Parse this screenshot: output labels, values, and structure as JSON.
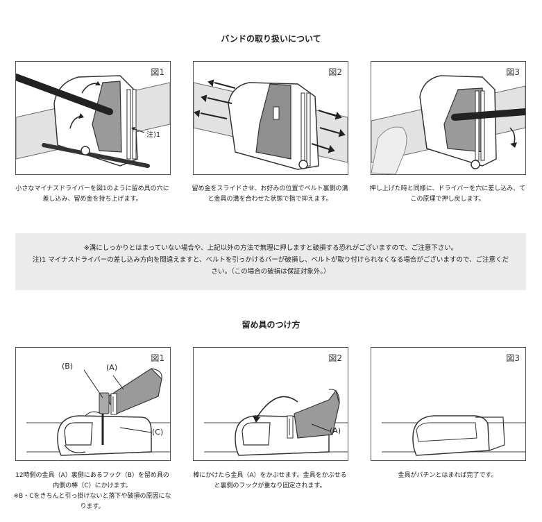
{
  "sections": {
    "band": {
      "title": "バンドの取り扱いについて",
      "panels": [
        {
          "fig": "図1",
          "label": "注)1",
          "caption": "小さなマイナスドライバーを図1のように留め具の穴に差し込み、留め金を持ち上げます。"
        },
        {
          "fig": "図2",
          "caption": "留め金をスライドさせ、お好みの位置でベルト裏側の溝と金具の溝を合わせた状態で指で抑えます。"
        },
        {
          "fig": "図3",
          "caption": "押し上げた時と同様に、ドライバーを穴に差し込み、てこの原理で押し戻します。"
        }
      ]
    },
    "notice": {
      "line1": "※溝にしっかりとはまっていない場合や、上記以外の方法で無理に押しますと破損する恐れがございますので、ご注意下さい。",
      "line2": "注)1 マイナスドライバーの差し込み方向を間違えますと、ベルトを引っかけるバーが破損し、ベルトが取り付けられなくなる場合がございますので、ご注意ください。（この場合の破損は保証対象外。）"
    },
    "clasp": {
      "title": "留め具のつけ方",
      "panels": [
        {
          "fig": "図1",
          "label_a": "(A)",
          "label_b": "(B)",
          "label_c": "(C)",
          "caption": "12時側の金具（A）裏側にあるフック（B）を留め具の内側の棒（C）にかけます。",
          "note": "※B・Cをきちんと引っ掛けないと落下や破損の原因になります。"
        },
        {
          "fig": "図2",
          "label_a": "(A)",
          "caption": "棒にかけたら金具（A）をかぶせます。金具をかぶせると裏側のフックが重なり固定されます。"
        },
        {
          "fig": "図3",
          "caption": "金具がパチンとはまれば完了です。"
        }
      ]
    }
  }
}
